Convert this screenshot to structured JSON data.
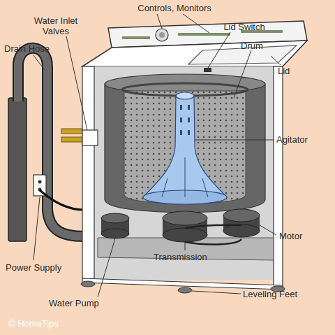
{
  "diagram": {
    "labels": [
      "Controls, Monitors",
      "Water Inlet Valves",
      "Lid Switch",
      "Drain Hose",
      "Drum",
      "Lid",
      "Agitator",
      "Power Supply",
      "Motor",
      "Transmission",
      "Water Pump",
      "Leveling Feet",
      "© HomeTips"
    ]
  }
}
